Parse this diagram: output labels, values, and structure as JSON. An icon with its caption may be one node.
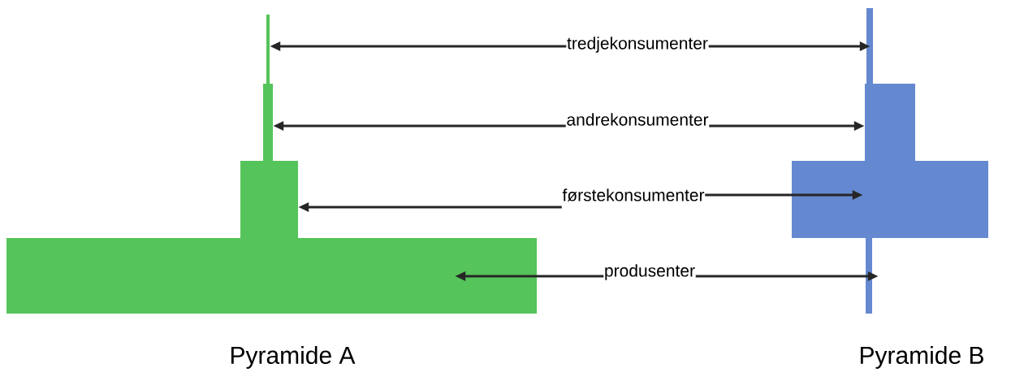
{
  "diagram": {
    "nodes": [
      {
        "text": [],
        "shape": "bar"
      },
      {
        "text": [],
        "shape": "bar"
      },
      {
        "text": [],
        "shape": "bar"
      },
      {
        "text": [],
        "shape": "bar"
      },
      {
        "text": [],
        "shape": "bar"
      },
      {
        "text": [],
        "shape": "bar"
      },
      {
        "text": [],
        "shape": "bar"
      },
      {
        "text": [],
        "shape": "bar"
      },
      {
        "text": [
          "tredjekonsumenter"
        ]
      },
      {
        "text": [
          "andrekonsumenter"
        ]
      },
      {
        "text": [
          "førstekonsumenter"
        ]
      },
      {
        "text": [
          "produsenter"
        ]
      }
    ],
    "edges": [
      {
        "from": 8,
        "to": 0,
        "arrow": "to"
      },
      {
        "from": 8,
        "to": 4,
        "arrow": "to"
      },
      {
        "from": 9,
        "to": 1,
        "arrow": "to"
      },
      {
        "from": 9,
        "to": 5,
        "arrow": "to"
      },
      {
        "from": 10,
        "to": 2,
        "arrow": "to"
      },
      {
        "from": 10,
        "to": 6,
        "arrow": "to"
      },
      {
        "from": 11,
        "to": 3,
        "arrow": "to"
      },
      {
        "from": 11,
        "to": 7,
        "arrow": "to"
      }
    ],
    "labels": [
      "Pyramide A",
      "Pyramide B"
    ]
  }
}
